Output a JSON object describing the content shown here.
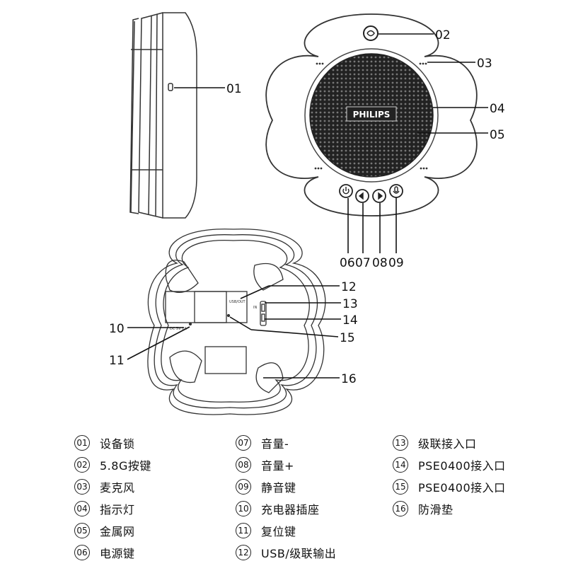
{
  "diagram": {
    "callouts": {
      "c01": "01",
      "c02": "02",
      "c03": "03",
      "c04": "04",
      "c05": "05",
      "c06": "06",
      "c07": "07",
      "c08": "08",
      "c09": "09",
      "c10": "10",
      "c11": "11",
      "c12": "12",
      "c13": "13",
      "c14": "14",
      "c15": "15",
      "c16": "16"
    },
    "brand": "PHILIPS",
    "bottom_label_usb": "USB/OUT",
    "bottom_label_in": "IN",
    "bottom_label_power": "DC 5V 1A"
  },
  "legend": {
    "col1": [
      {
        "num": "01",
        "label": "设备锁"
      },
      {
        "num": "02",
        "label": "5.8G按键"
      },
      {
        "num": "03",
        "label": "麦克风"
      },
      {
        "num": "04",
        "label": "指示灯"
      },
      {
        "num": "05",
        "label": "金属网"
      },
      {
        "num": "06",
        "label": "电源键"
      }
    ],
    "col2": [
      {
        "num": "07",
        "label": "音量-"
      },
      {
        "num": "08",
        "label": "音量+"
      },
      {
        "num": "09",
        "label": "静音键"
      },
      {
        "num": "10",
        "label": "充电器插座"
      },
      {
        "num": "11",
        "label": "复位键"
      },
      {
        "num": "12",
        "label": "USB/级联输出"
      }
    ],
    "col3": [
      {
        "num": "13",
        "label": "级联接入口"
      },
      {
        "num": "14",
        "label": "PSE0400接入口"
      },
      {
        "num": "15",
        "label": "PSE0400接入口"
      },
      {
        "num": "16",
        "label": "防滑垫"
      }
    ]
  }
}
